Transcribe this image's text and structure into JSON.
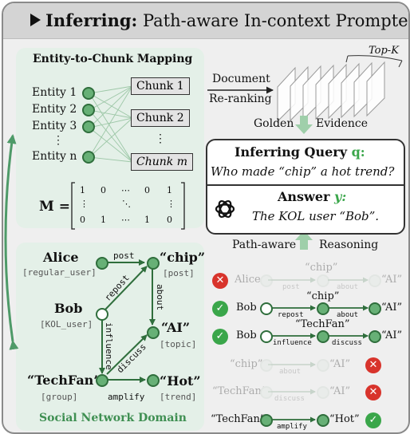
{
  "title": {
    "lead": "Inferring:",
    "rest": "Path-aware In-context Prompter"
  },
  "mapping": {
    "heading": "Entity-to-Chunk Mapping",
    "entities": [
      "Entity 1",
      "Entity 2",
      "Entity 3",
      "⋮",
      "Entity n"
    ],
    "chunks": [
      "Chunk 1",
      "Chunk 2",
      "⋮",
      "Chunk m"
    ],
    "matrix_label": "M =",
    "matrix_rows": [
      [
        "1",
        "0",
        "⋯",
        "0",
        "1"
      ],
      [
        "⋮",
        "",
        "⋱",
        "",
        "⋮"
      ],
      [
        "0",
        "1",
        "⋯",
        "1",
        "0"
      ]
    ]
  },
  "reranking": {
    "line1": "Document",
    "line2": "Re-ranking",
    "topk": "Top-K"
  },
  "evidence": {
    "left": "Golden",
    "right": "Evidence"
  },
  "query": {
    "heading": "Inferring Query",
    "var": "q:",
    "text": "Who made “chip” a hot trend?"
  },
  "answer": {
    "heading": "Answer",
    "var": "y:",
    "text": "The KOL user “Bob”."
  },
  "reasoning": {
    "left": "Path-aware",
    "right": "Reasoning"
  },
  "graph": {
    "footer": "Social Network Domain",
    "nodes": {
      "alice": {
        "name": "Alice",
        "type": "[regular_user]"
      },
      "bob": {
        "name": "Bob",
        "type": "[KOL_user]"
      },
      "techfan": {
        "name": "“TechFan”",
        "type": "[group]"
      },
      "chip": {
        "name": "“chip”",
        "type": "[post]"
      },
      "ai": {
        "name": "“AI”",
        "type": "[topic]"
      },
      "hot": {
        "name": "“Hot”",
        "type": "[trend]"
      }
    },
    "edges": {
      "post": "post",
      "repost": "repost",
      "about": "about",
      "influence": "influence",
      "discuss": "discuss",
      "amplify": "amplify"
    }
  },
  "paths": [
    {
      "start": "Alice",
      "mid": "“chip”",
      "end": "“AI”",
      "rel1": "post",
      "rel2": "about",
      "status": "wrong"
    },
    {
      "start": "Bob",
      "mid": "“chip”",
      "end": "“AI”",
      "rel1": "repost",
      "rel2": "about",
      "status": "correct"
    },
    {
      "start": "Bob",
      "mid": "“TechFan”",
      "end": "“AI”",
      "rel1": "influence",
      "rel2": "discuss",
      "status": "correct"
    },
    {
      "start": "“chip”",
      "end": "“AI”",
      "rel1": "about",
      "status": "wrong"
    },
    {
      "start": "“TechFan”",
      "end": "“AI”",
      "rel1": "discuss",
      "status": "wrong"
    },
    {
      "start": "“TechFan”",
      "end": "“Hot”",
      "rel1": "amplify",
      "status": "correct"
    }
  ],
  "colors": {
    "accent_green": "#3aa64a",
    "node_green": "#67b076",
    "panel_green": "#e4f0e8",
    "wrong_red": "#d8342c"
  }
}
